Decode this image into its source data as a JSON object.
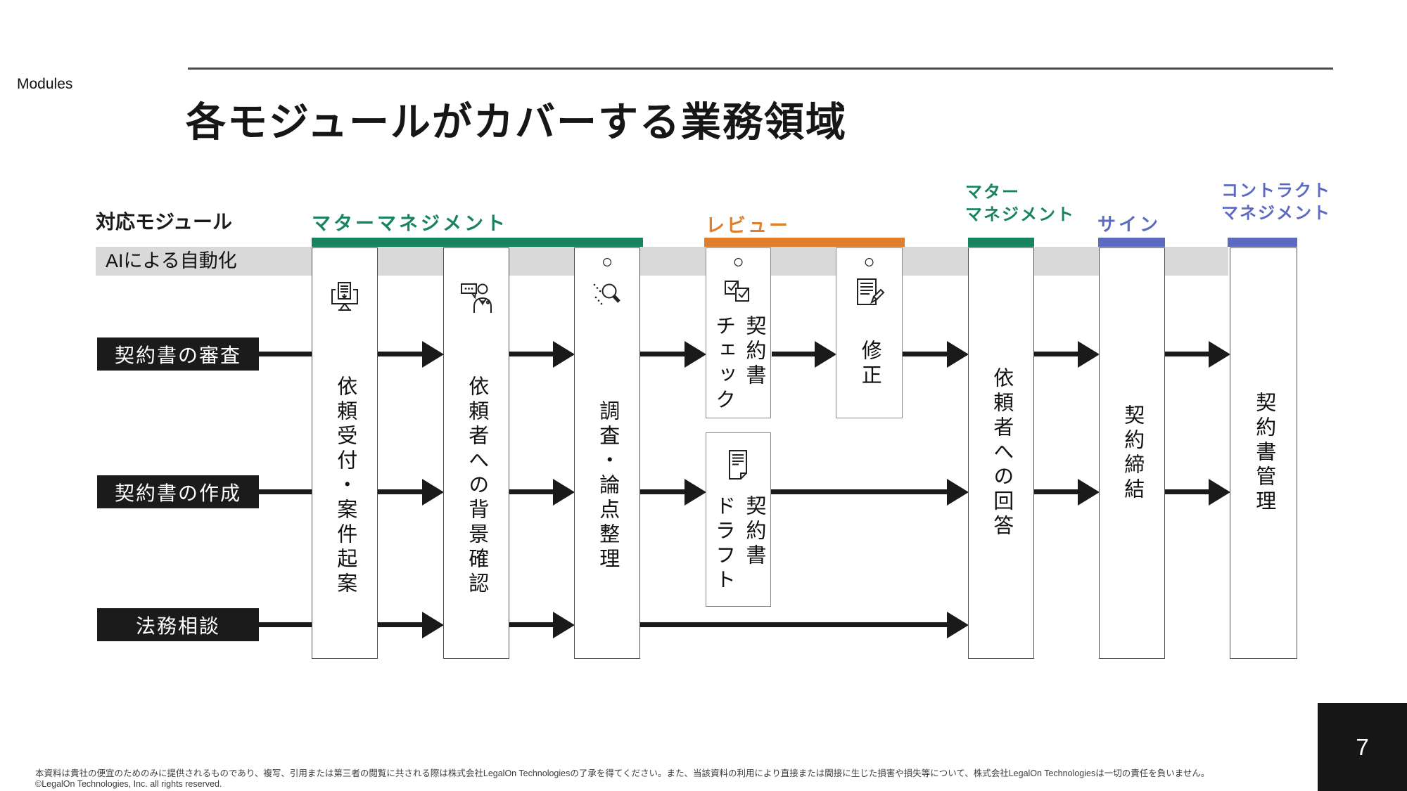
{
  "slide": {
    "eyebrow": "Modules",
    "title": "各モジュールがカバーする業務領域",
    "page_number": "7",
    "footer": "本資料は貴社の便宜のためのみに提供されるものであり、複写、引用または第三者の閲覧に共される際は株式会社LegalOn Technologiesの了承を得てください。また、当該資料の利用により直接または間接に生じた損害や損失等について、株式会社LegalOn Technologiesは一切の責任を負いません。©LegalOn Technologies, Inc. all rights reserved."
  },
  "colors": {
    "module_green": "#17845F",
    "review_orange": "#DF7F2D",
    "sign_blue": "#5C6BC0",
    "ai_band_gray": "#D9D9D9",
    "process_box_black": "#1B1B1B"
  },
  "row_labels": {
    "modules": "対応モジュール",
    "ai": "AIによる自動化",
    "ai_mark": "○"
  },
  "module_headers": [
    {
      "label": "マターマネジメント",
      "color": "#17845F"
    },
    {
      "label": "レビュー",
      "color": "#DF7F2D"
    },
    {
      "label": "マター\nマネジメント",
      "color": "#17845F"
    },
    {
      "label": "サイン",
      "color": "#5C6BC0"
    },
    {
      "label": "コントラクト\nマネジメント",
      "color": "#5C6BC0"
    }
  ],
  "processes": [
    {
      "label": "契約書の審査"
    },
    {
      "label": "契約書の作成"
    },
    {
      "label": "法務相談"
    }
  ],
  "steps": [
    {
      "label": "依頼受付・案件起案",
      "icon": "monitor-intake-icon",
      "ai_automated": false
    },
    {
      "label": "依頼者への背景確認",
      "icon": "client-hearing-icon",
      "ai_automated": false
    },
    {
      "label": "調査・論点整理",
      "icon": "magnifier-icon",
      "ai_automated": true
    },
    {
      "label": "契約書\nチェック",
      "icon": "checklist-icon",
      "ai_automated": true
    },
    {
      "label": "修正",
      "icon": "document-edit-icon",
      "ai_automated": true
    },
    {
      "label": "契約書\nドラフト",
      "icon": "document-icon",
      "ai_automated": false
    },
    {
      "label": "依頼者への回答",
      "icon": null,
      "ai_automated": false
    },
    {
      "label": "契約締結",
      "icon": null,
      "ai_automated": false
    },
    {
      "label": "契約書管理",
      "icon": null,
      "ai_automated": false
    }
  ]
}
